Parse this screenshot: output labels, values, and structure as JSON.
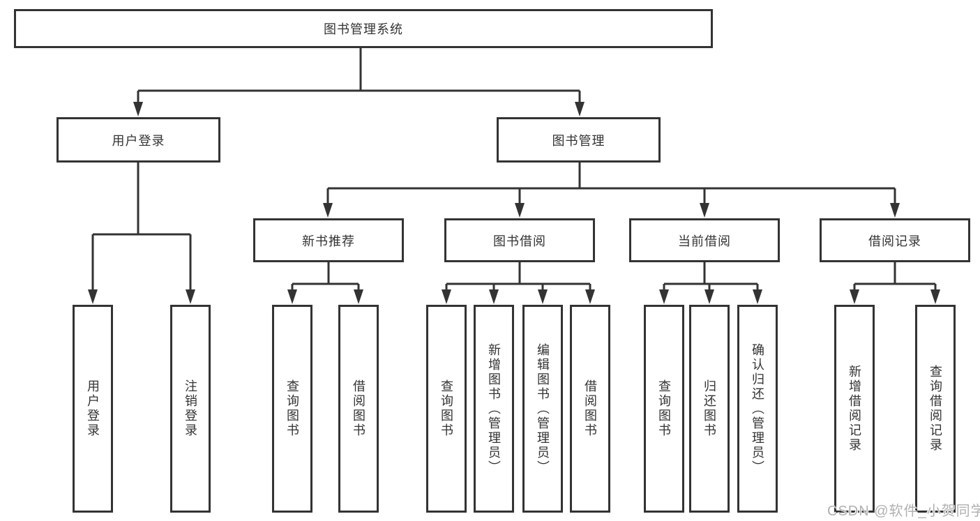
{
  "tree": {
    "root": {
      "label": "图书管理系统",
      "children": [
        {
          "label": "用户登录",
          "children": [
            {
              "label": "用户登录"
            },
            {
              "label": "注销登录"
            }
          ]
        },
        {
          "label": "图书管理",
          "children": [
            {
              "label": "新书推荐",
              "children": [
                {
                  "label": "查询图书"
                },
                {
                  "label": "借阅图书"
                }
              ]
            },
            {
              "label": "图书借阅",
              "children": [
                {
                  "label": "查询图书"
                },
                {
                  "label": "新增图书（管理员）"
                },
                {
                  "label": "编辑图书（管理员）"
                },
                {
                  "label": "借阅图书"
                }
              ]
            },
            {
              "label": "当前借阅",
              "children": [
                {
                  "label": "查询图书"
                },
                {
                  "label": "归还图书"
                },
                {
                  "label": "确认归还（管理员）"
                }
              ]
            },
            {
              "label": "借阅记录",
              "children": [
                {
                  "label": "新增借阅记录"
                },
                {
                  "label": "查询借阅记录"
                }
              ]
            }
          ]
        }
      ]
    }
  },
  "watermark": {
    "text": "CSDN @软件_小贺同学"
  },
  "colors": {
    "line": "#333333",
    "text": "#333333",
    "box_fill": "#ffffff",
    "background": "#ffffff",
    "watermark": "#b0b0b0"
  }
}
